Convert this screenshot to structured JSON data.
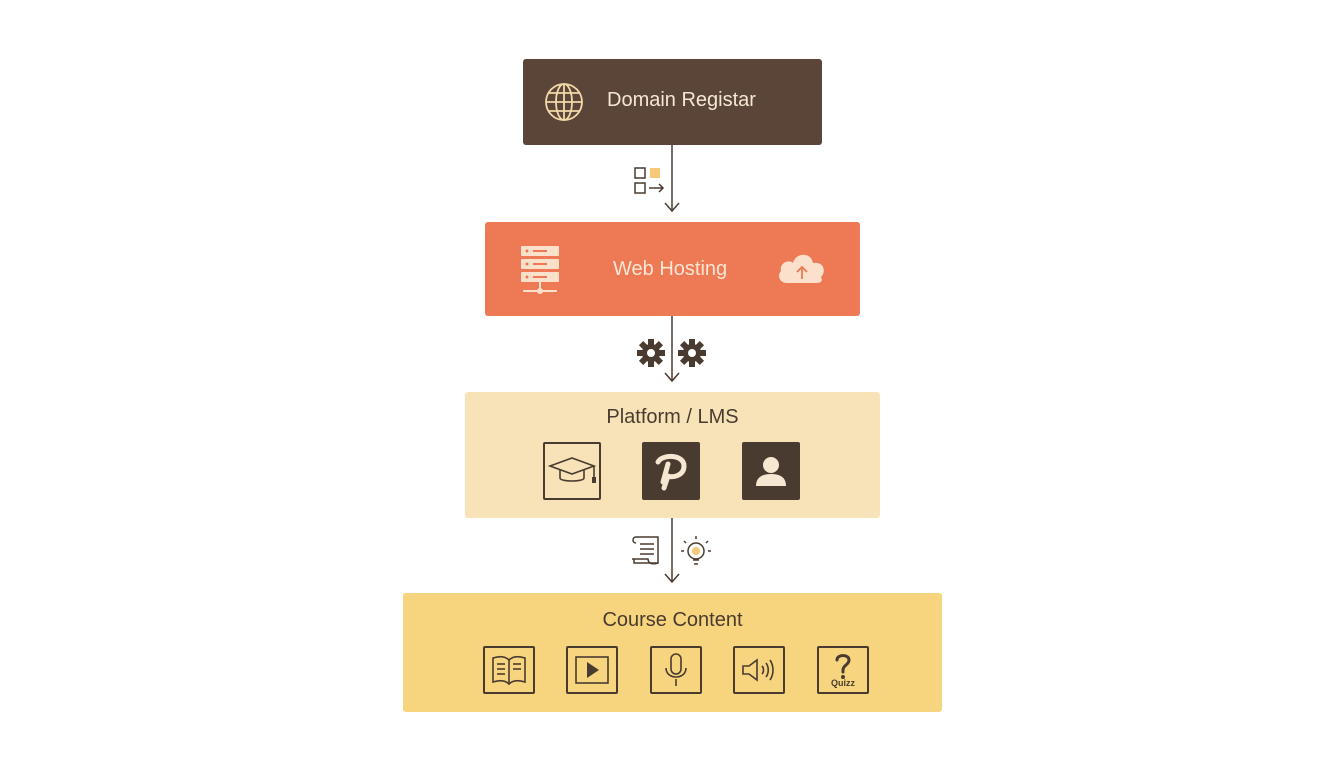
{
  "layers": {
    "domain": {
      "title": "Domain Registar",
      "color": "#5a4538"
    },
    "hosting": {
      "title": "Web Hosting",
      "color": "#ee7a55"
    },
    "platform": {
      "title": "Platform / LMS",
      "color": "#f7e3b7",
      "icons": [
        "graduation-cap-icon",
        "p-logo-icon",
        "user-profile-icon"
      ]
    },
    "content": {
      "title": "Course Content",
      "color": "#f7d57f",
      "icons": [
        "book-icon",
        "video-play-icon",
        "microphone-icon",
        "speaker-icon",
        "quiz-icon"
      ],
      "quiz_label": "Quizz"
    }
  },
  "connectors": [
    {
      "from": "domain",
      "to": "hosting",
      "icon": "dns-transfer-icon"
    },
    {
      "from": "hosting",
      "to": "platform",
      "icon": "gears-icon"
    },
    {
      "from": "platform",
      "to": "content",
      "icon": "document-lightbulb-icon"
    }
  ]
}
